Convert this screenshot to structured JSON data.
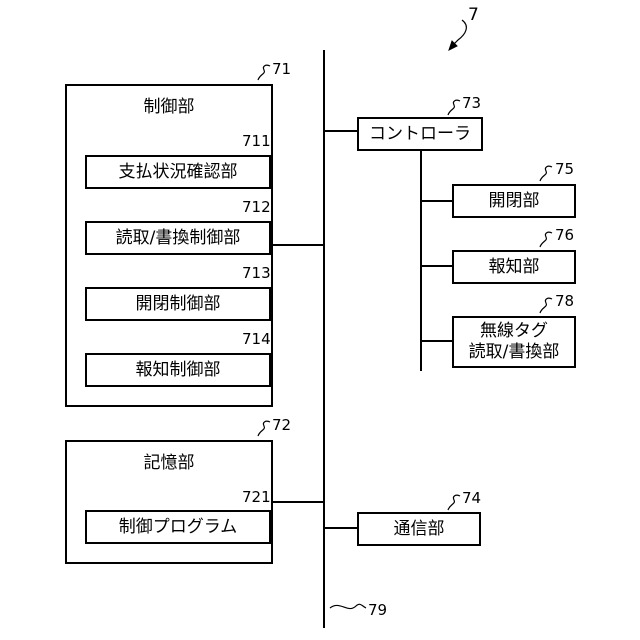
{
  "figure_number": "7",
  "bus_ref": "79",
  "control_unit": {
    "label": "制御部",
    "ref": "71",
    "items": [
      {
        "label": "支払状況確認部",
        "ref": "711"
      },
      {
        "label": "読取/書換制御部",
        "ref": "712"
      },
      {
        "label": "開閉制御部",
        "ref": "713"
      },
      {
        "label": "報知制御部",
        "ref": "714"
      }
    ]
  },
  "storage_unit": {
    "label": "記憶部",
    "ref": "72",
    "items": [
      {
        "label": "制御プログラム",
        "ref": "721"
      }
    ]
  },
  "controller": {
    "label": "コントローラ",
    "ref": "73"
  },
  "communication_unit": {
    "label": "通信部",
    "ref": "74"
  },
  "controller_children": [
    {
      "label": "開閉部",
      "ref": "75"
    },
    {
      "label": "報知部",
      "ref": "76"
    },
    {
      "label_line1": "無線タグ",
      "label_line2": "読取/書換部",
      "ref": "78"
    }
  ]
}
